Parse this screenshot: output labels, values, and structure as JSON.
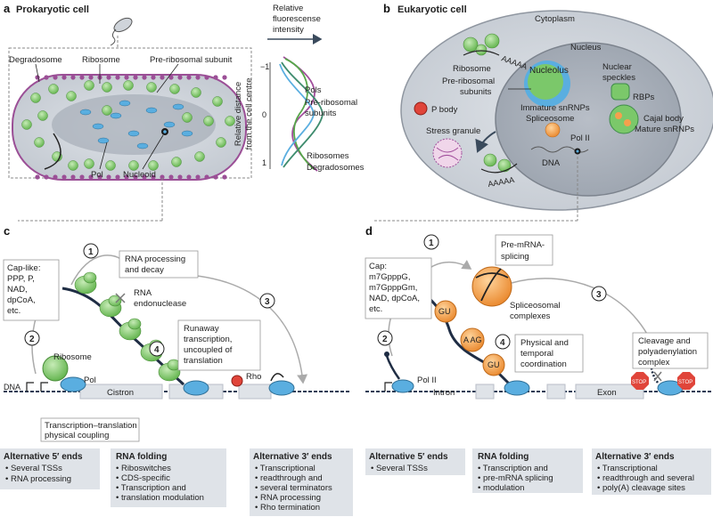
{
  "panel_a": {
    "letter": "a",
    "title": "Prokaryotic cell",
    "labels": {
      "degradosome": "Degradosome",
      "ribosome": "Ribosome",
      "preribosomal": "Pre-ribosomal subunit",
      "pol": "Pol",
      "nucleoid": "Nucleoid"
    },
    "plot": {
      "header_line1": "Relative",
      "header_line2": "fluorescense",
      "header_line3": "intensity",
      "y_axis_line1": "Relative distance",
      "y_axis_line2": "from the cell centre",
      "tick_top": "−1",
      "tick_mid": "0",
      "tick_bot": "1",
      "legend_pols": "Pols",
      "legend_preribo1": "Pre-ribosomal",
      "legend_preribo2": "subunits",
      "legend_ribosomes": "Ribosomes",
      "legend_degrado": "Degradosomes"
    }
  },
  "panel_b": {
    "letter": "b",
    "title": "Eukaryotic cell",
    "labels": {
      "cytoplasm": "Cytoplasm",
      "nucleus": "Nucleus",
      "ribosome": "Ribosome",
      "nucleolus": "Nucleolus",
      "nuclear_speckles1": "Nuclear",
      "nuclear_speckles2": "speckles",
      "rbps": "RBPs",
      "preribo1": "Pre-ribosomal",
      "preribo2": "subunits",
      "immature": "Immature snRNPs",
      "spliceosome": "Spliceosome",
      "pbody": "P body",
      "cajal": "Cajal body",
      "mature": "Mature snRNPs",
      "stress": "Stress granule",
      "pol2": "Pol II",
      "dna": "DNA",
      "aaaaa1": "AAAAA",
      "aaaaa2": "AAAAA"
    }
  },
  "panel_c": {
    "letter": "c",
    "circle1": "1",
    "circle2": "2",
    "circle3": "3",
    "circle4": "4",
    "box_processing1": "RNA processing",
    "box_processing2": "and decay",
    "endonuclease1": "RNA",
    "endonuclease2": "endonuclease",
    "caplike": [
      "Cap-like:",
      "PPP, P,",
      "NAD,",
      "dpCoA,",
      "etc."
    ],
    "runaway": [
      "Runaway",
      "transcription,",
      "uncoupled of",
      "translation"
    ],
    "ribosome": "Ribosome",
    "pol": "Pol",
    "rho": "Rho",
    "dna": "DNA",
    "cistron": "Cistron",
    "coupling1": "Transcription–translation",
    "coupling2": "physical coupling",
    "alt5_title": "Alternative 5′ ends",
    "alt5_items": [
      "Several TSSs",
      "RNA processing"
    ],
    "folding_title": "RNA folding",
    "folding_items": [
      "Riboswitches",
      "CDS-specific",
      "Transcription and",
      "translation modulation"
    ],
    "alt3_title": "Alternative 3′ ends",
    "alt3_items": [
      "Transcriptional",
      "readthrough and",
      "several terminators",
      "RNA processing",
      "Rho termination"
    ]
  },
  "panel_d": {
    "letter": "d",
    "circle1": "1",
    "circle2": "2",
    "circle3": "3",
    "circle4": "4",
    "premrna1": "Pre-mRNA-",
    "premrna2": "splicing",
    "cap": [
      "Cap:",
      "m7GpppG,",
      "m7GpppGm,",
      "NAD, dpCoA,",
      "etc."
    ],
    "spliceosomal1": "Spliceosomal",
    "spliceosomal2": "complexes",
    "physical": [
      "Physical and",
      "temporal",
      "coordination"
    ],
    "cleavage": [
      "Cleavage and",
      "polyadenylation",
      "complex"
    ],
    "pol2": "Pol II",
    "intron": "Intron",
    "exon": "Exon",
    "stop": "STOP",
    "gu": "GU",
    "ag": "A AG",
    "alt5_title": "Alternative 5′ ends",
    "alt5_items": [
      "Several TSSs"
    ],
    "folding_title": "RNA folding",
    "folding_items": [
      "Transcription and",
      "pre-mRNA splicing",
      "modulation"
    ],
    "alt3_title": "Alternative 3′ ends",
    "alt3_items": [
      "Transcriptional",
      "readthrough and several",
      "poly(A) cleavage sites"
    ]
  },
  "colors": {
    "ribosome_green": "#8fcf7a",
    "pol_blue": "#5aaee0",
    "cell_grey": "#c9ced6",
    "membrane_purple": "#9b4f96",
    "spliceosome_orange": "#f6a04d",
    "stop_red": "#e0453a"
  }
}
